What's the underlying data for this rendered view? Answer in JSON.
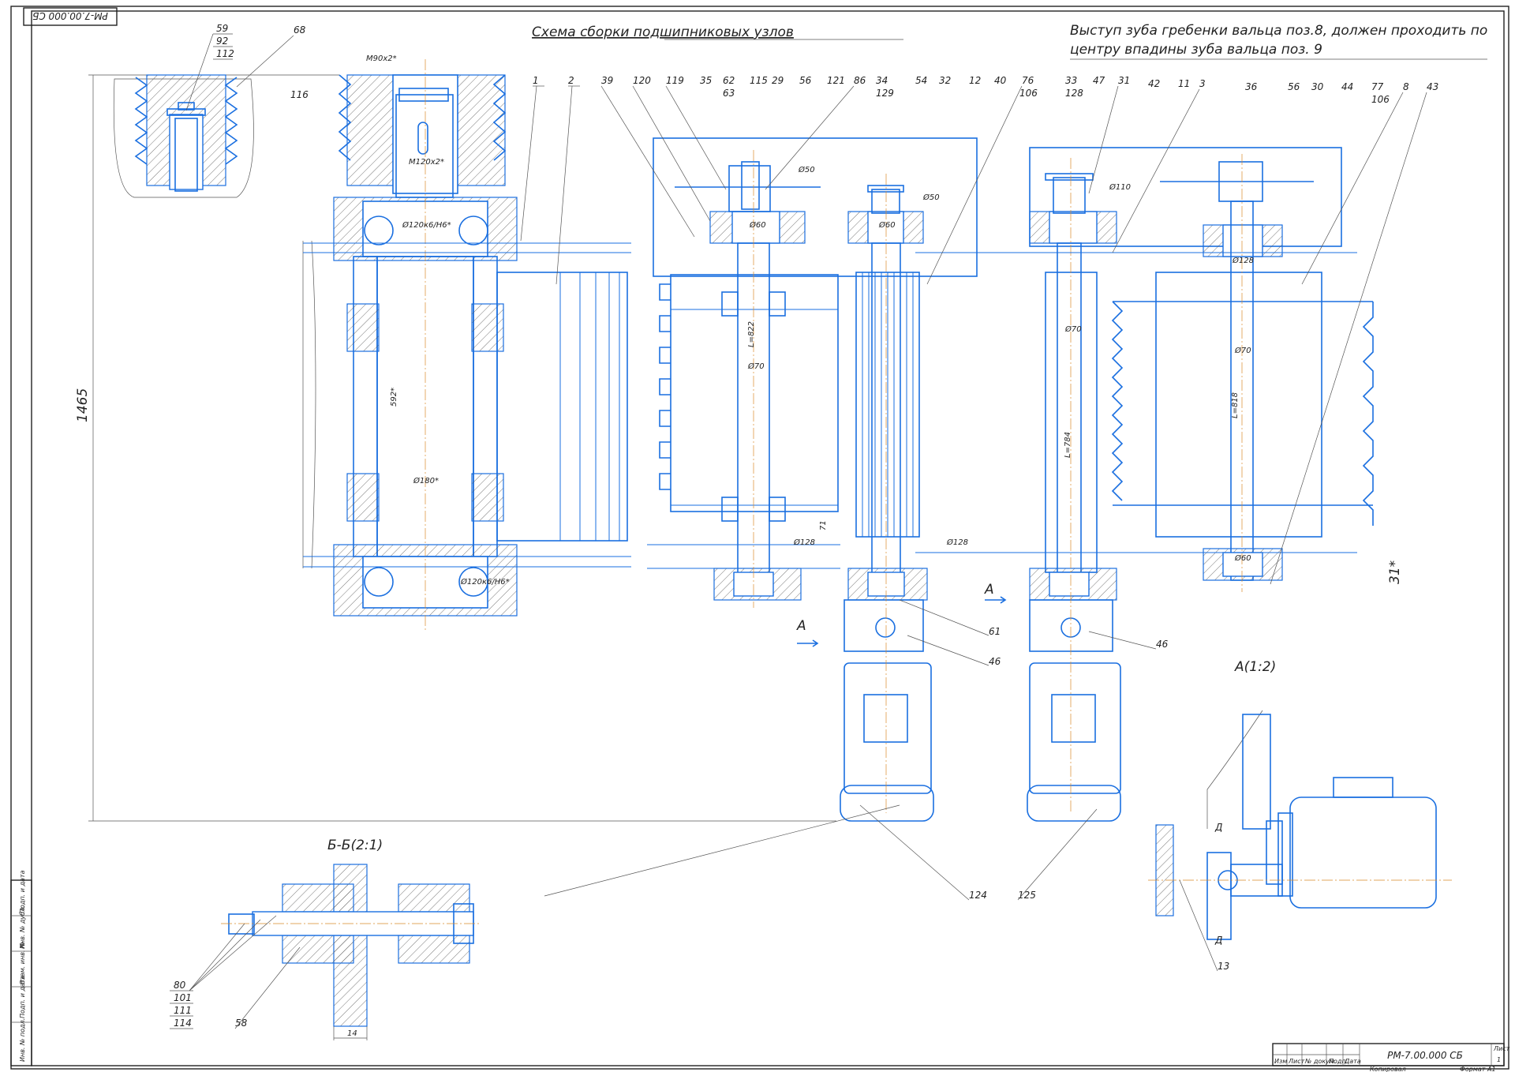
{
  "title_top_left": "РМ-7.00.000 СБ",
  "heading_assembly": "Схема сборки подшипниковых узлов",
  "note_line1": "Выступ зуба гребенки вальца поз.8, должен проходить по",
  "note_line2": "центру впадины зуба вальца поз. 9",
  "overall_dim": "1465",
  "view_a_label": "A(1:2)",
  "section_bb_label": "Б-Б(2:1)",
  "arrow_a1": "A",
  "arrow_a2": "A",
  "arrow_d1": "Д",
  "arrow_d2": "Д",
  "dims": {
    "m90": "M90x2*",
    "m120": "M120x2*",
    "d120a": "Ø120к6/Н6*",
    "d120b": "Ø120к6/Н6*",
    "len592": "592*",
    "d180": "Ø180*",
    "d60a": "Ø60",
    "d50a": "Ø50",
    "l822": "L=822",
    "d70a": "Ø70",
    "d128a": "Ø128",
    "d71": "71",
    "d60b": "Ø60",
    "d50b": "Ø50",
    "d128b": "Ø128",
    "d110": "Ø110",
    "d70b": "Ø70",
    "l784": "L=784",
    "d128c": "Ø128",
    "d70c": "Ø70",
    "l818": "L=818",
    "d60c": "Ø60",
    "d31": "31*",
    "d14": "14"
  },
  "callouts_top": [
    "1",
    "2",
    "39",
    "120",
    "119",
    "35",
    "62",
    "63",
    "115",
    "29",
    "56",
    "121",
    "86",
    "34",
    "129",
    "54",
    "32",
    "12",
    "40",
    "76",
    "106",
    "33",
    "128",
    "47",
    "31",
    "42",
    "11",
    "3",
    "36",
    "56",
    "30",
    "44",
    "77",
    "106",
    "8",
    "43"
  ],
  "callouts_inset": [
    "59",
    "92",
    "112",
    "68",
    "116"
  ],
  "callouts_bottom": [
    "61",
    "46",
    "46",
    "124",
    "125",
    "13"
  ],
  "callouts_section": [
    "80",
    "101",
    "111",
    "114",
    "58"
  ],
  "title_block": {
    "designation": "РМ-7.00.000 СБ",
    "sheet_label": "Лист",
    "sheet_no": "1",
    "col_izm": "Изм",
    "col_list": "Лист",
    "col_doc": "№ докум.",
    "col_sign": "Подп.",
    "col_date": "Дата",
    "copied": "Копировал",
    "format": "Формат A1"
  },
  "side_stamp": [
    "Инв. № подл.",
    "Подп. и дата",
    "Взам. инв. №",
    "Инв. № дубл.",
    "Подп. и дата"
  ]
}
